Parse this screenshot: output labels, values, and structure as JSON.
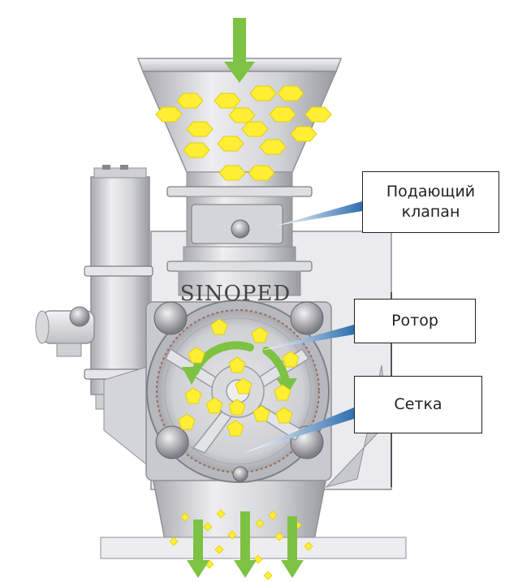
{
  "brand": {
    "text": "SINOPED"
  },
  "callouts": {
    "feed_valve": {
      "label": "Подающий\nклапан"
    },
    "rotor": {
      "label": "Ротор"
    },
    "screen": {
      "label": "Сетка"
    }
  },
  "colors": {
    "arrow": "#7dc242",
    "particle": "#ffee33",
    "metal_light": "#e9e9ec",
    "metal_mid": "#c8c8cd",
    "metal_dark": "#8f9096",
    "pointer": "#2f6fb0"
  }
}
